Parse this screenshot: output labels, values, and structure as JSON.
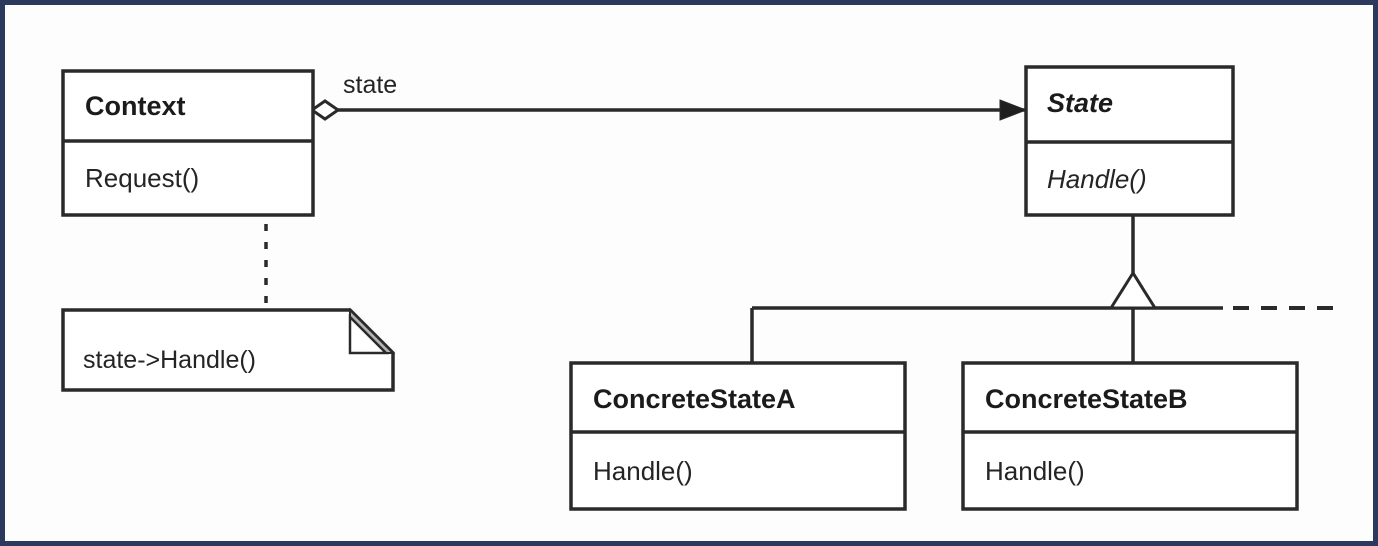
{
  "diagram": {
    "kind": "uml-class-diagram",
    "pattern_name": "State",
    "border_color": "#2b3a5c",
    "line_color": "#2a2a2a",
    "background_color": "#fdfdfd",
    "note_fold_color": "#b3b3b3"
  },
  "classes": {
    "context": {
      "name": "Context",
      "is_abstract": false,
      "operations": [
        "Request()"
      ]
    },
    "state": {
      "name": "State",
      "is_abstract": true,
      "operations": [
        "Handle()"
      ]
    },
    "concrete_state_a": {
      "name": "ConcreteStateA",
      "is_abstract": false,
      "operations": [
        "Handle()"
      ]
    },
    "concrete_state_b": {
      "name": "ConcreteStateB",
      "is_abstract": false,
      "operations": [
        "Handle()"
      ]
    }
  },
  "relationships": {
    "aggregation": {
      "label": "state",
      "from": "Context",
      "to": "State",
      "source_marker": "hollow-diamond",
      "target_marker": "solid-arrowhead"
    },
    "generalization": {
      "parent": "State",
      "children": [
        "ConcreteStateA",
        "ConcreteStateB"
      ],
      "marker": "hollow-triangle",
      "continues_dashed": true
    },
    "note_link": {
      "from": "Request()",
      "to": "state->Handle()",
      "style": "dashed",
      "source_marker": "small-circle"
    }
  },
  "note": {
    "text": "state->Handle()"
  }
}
